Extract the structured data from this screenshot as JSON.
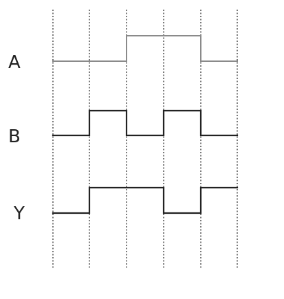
{
  "signals": [
    {
      "label": "A",
      "levels": [
        0,
        0,
        1,
        1,
        0
      ]
    },
    {
      "label": "B",
      "levels": [
        0,
        1,
        0,
        1,
        0
      ]
    },
    {
      "label": "Y",
      "levels": [
        0,
        1,
        1,
        0,
        1
      ]
    }
  ],
  "time_slots": 5,
  "grid_style": "dotted vertical lines at each slot boundary",
  "colors": {
    "waveform": "#222222",
    "waveform_low_a": "#8a8a8a",
    "grid": "#333333",
    "label": "#222222"
  }
}
